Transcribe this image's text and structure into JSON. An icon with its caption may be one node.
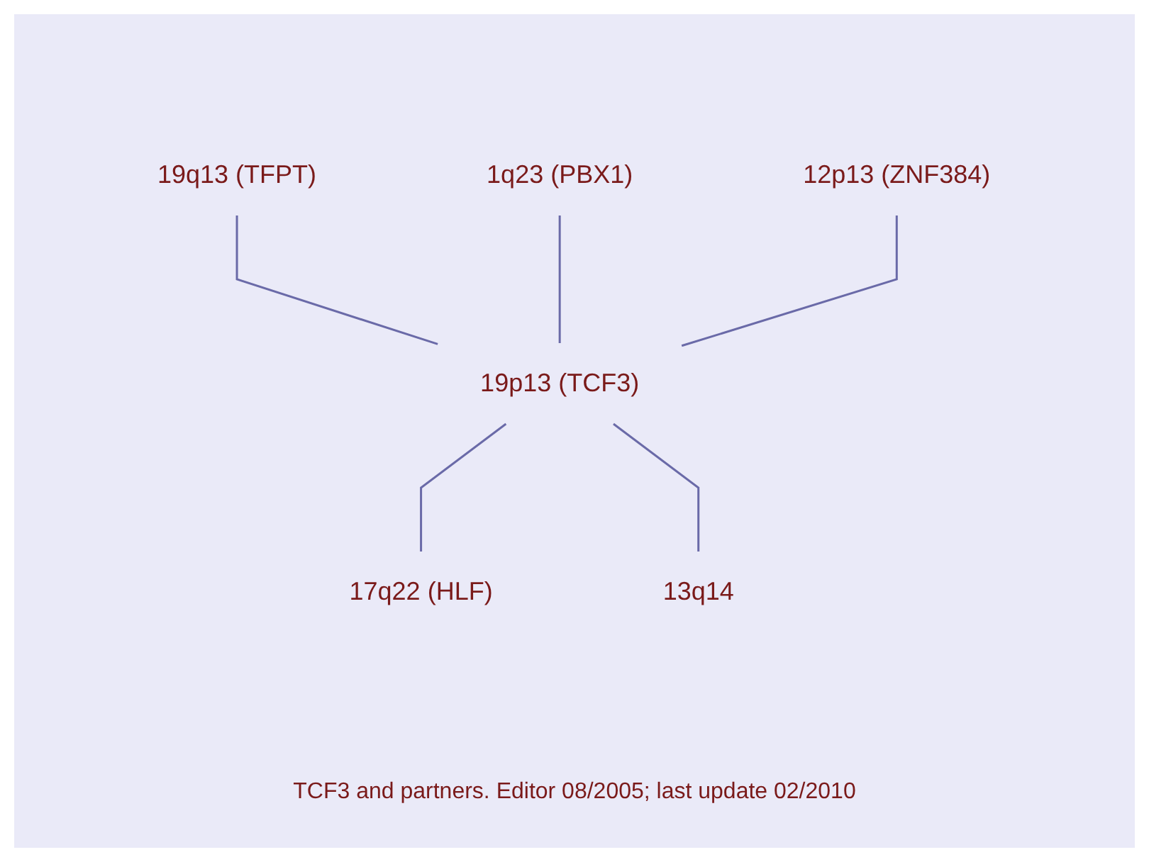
{
  "diagram": {
    "caption": "TCF3 and partners. Editor 08/2005; last update 02/2010",
    "nodes": [
      {
        "text": [
          "1q23 (PBX1)"
        ]
      },
      {
        "text": [
          "19q13 (TFPT)"
        ]
      },
      {
        "text": [
          "12p13 (ZNF384)"
        ]
      },
      {
        "text": [
          "19p13 (TCF3)"
        ]
      },
      {
        "text": [
          "17q22 (HLF)"
        ]
      },
      {
        "text": [
          "13q14"
        ]
      }
    ],
    "edges": [
      {
        "from": 1,
        "to": 3,
        "arrow": "none"
      },
      {
        "from": 0,
        "to": 3,
        "arrow": "none"
      },
      {
        "from": 2,
        "to": 3,
        "arrow": "none"
      },
      {
        "from": 3,
        "to": 4,
        "arrow": "none"
      },
      {
        "from": 3,
        "to": 5,
        "arrow": "none"
      }
    ]
  }
}
